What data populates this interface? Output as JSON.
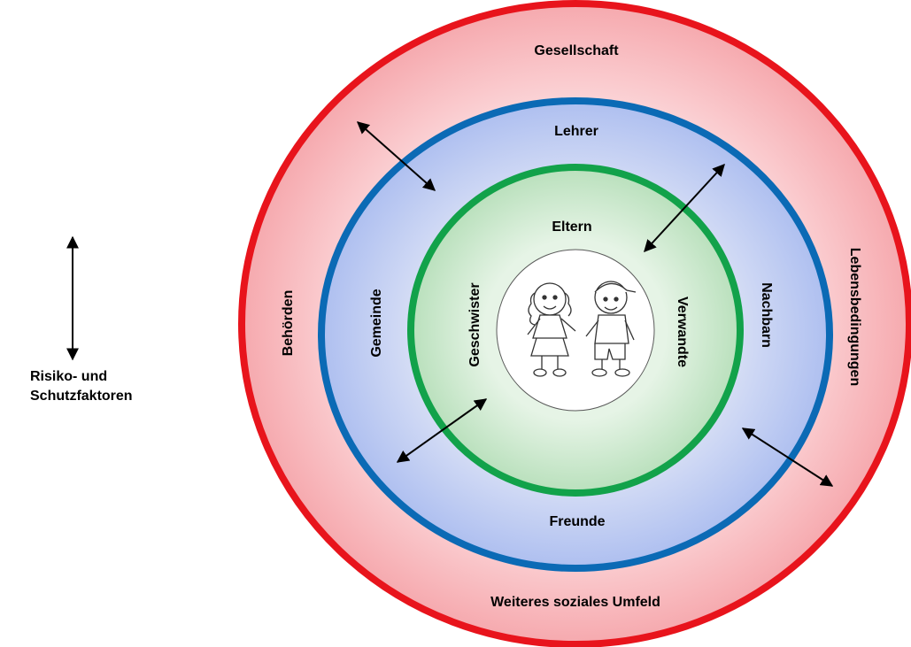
{
  "legend": {
    "line1": "Risiko- und",
    "line2": "Schutzfaktoren"
  },
  "rings": {
    "outer": {
      "top": "Gesellschaft",
      "left": "Behörden",
      "right": "Lebensbedingungen",
      "bottom": "Weiteres soziales Umfeld",
      "color": "#e8141c",
      "fill": "#f8b7bc"
    },
    "middle": {
      "top": "Lehrer",
      "left": "Gemeinde",
      "right": "Nachbarn",
      "bottom": "Freunde",
      "color": "#0b6ab5",
      "fill": "#b7c6ee"
    },
    "inner": {
      "top": "Eltern",
      "left": "Geschwister",
      "right": "Verwandte",
      "color": "#12a24a",
      "fill": "#c5e7c9"
    }
  },
  "center": {
    "image": "children-icon"
  }
}
